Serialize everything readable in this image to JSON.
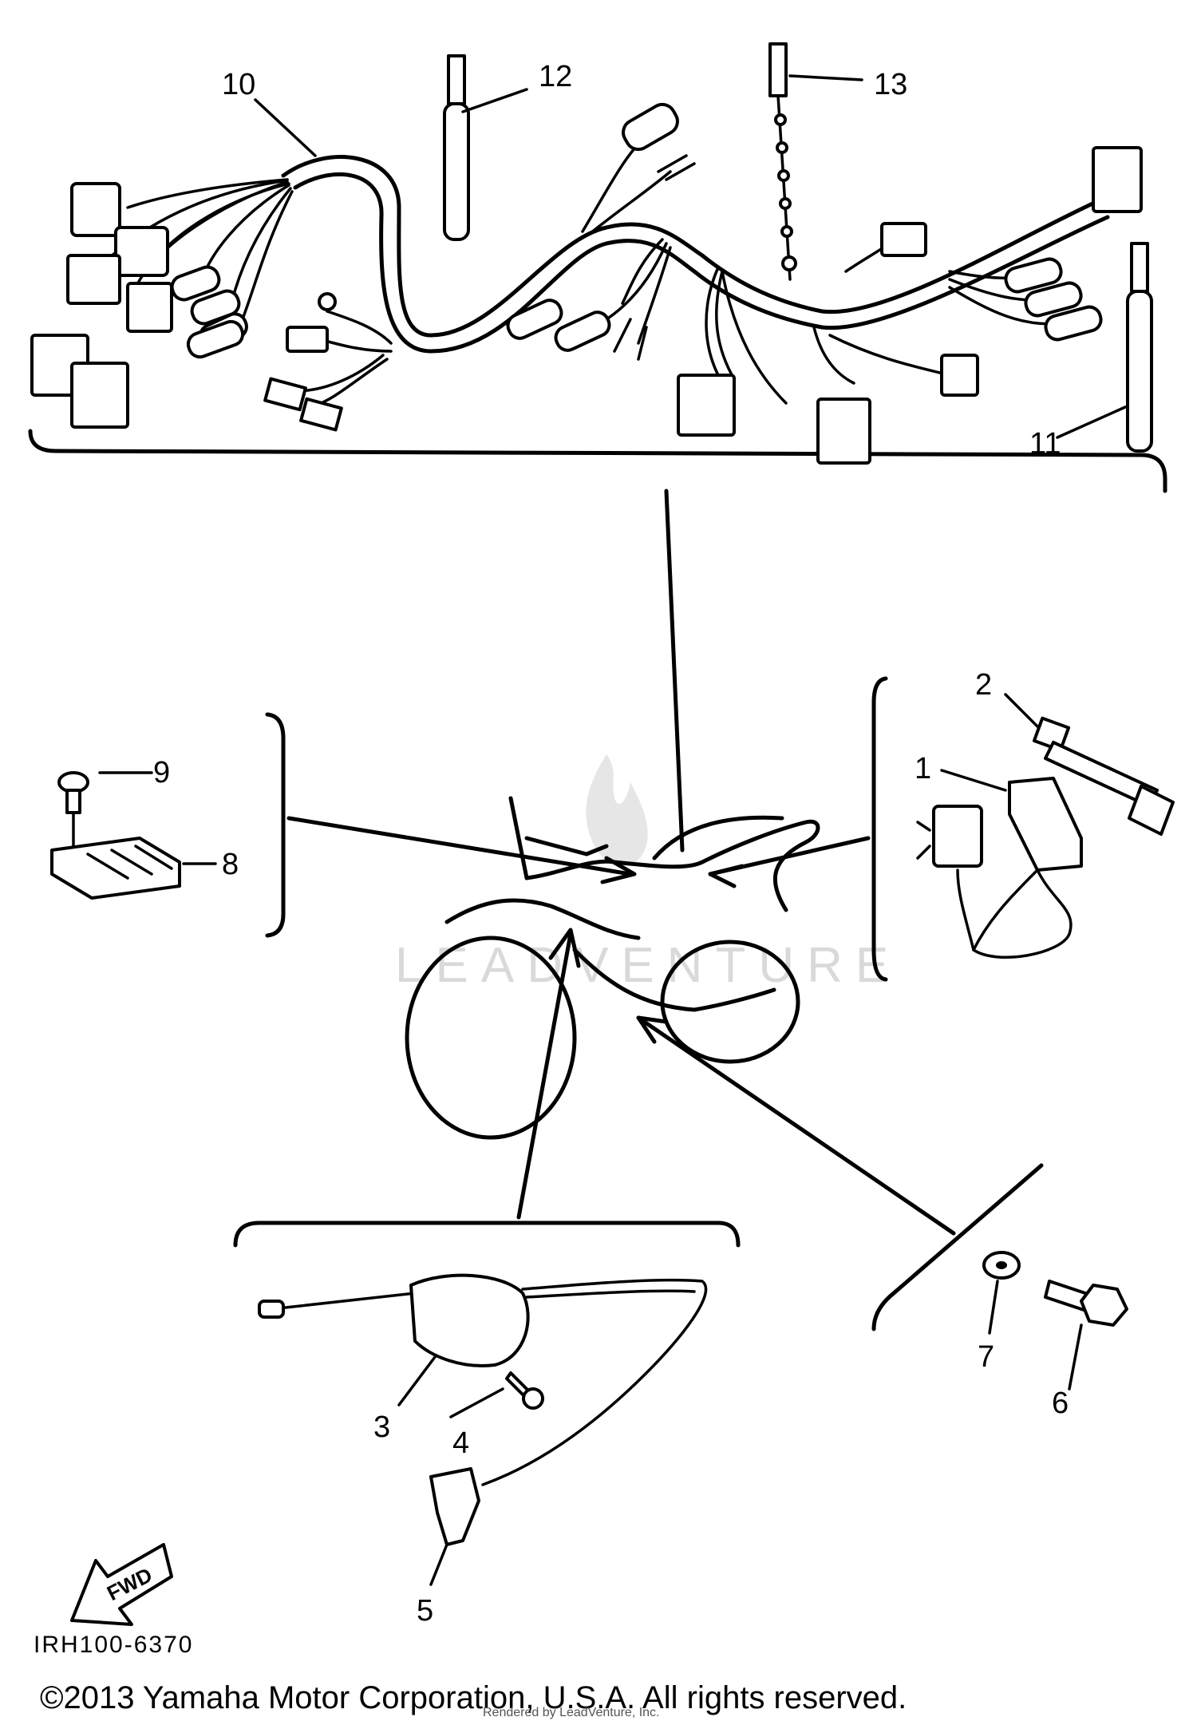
{
  "callouts": {
    "c1": "1",
    "c2": "2",
    "c3": "3",
    "c4": "4",
    "c5": "5",
    "c6": "6",
    "c7": "7",
    "c8": "8",
    "c9": "9",
    "c10": "10",
    "c11": "11",
    "c12": "12",
    "c13": "13"
  },
  "fwd_label": "FWD",
  "diagram_code": "IRH100-6370",
  "watermark": "LEADVENTURE",
  "copyright": "©2013 Yamaha Motor Corporation, U.S.A. All rights reserved.",
  "rendered_by": "Rendered by LeadVenture, Inc."
}
